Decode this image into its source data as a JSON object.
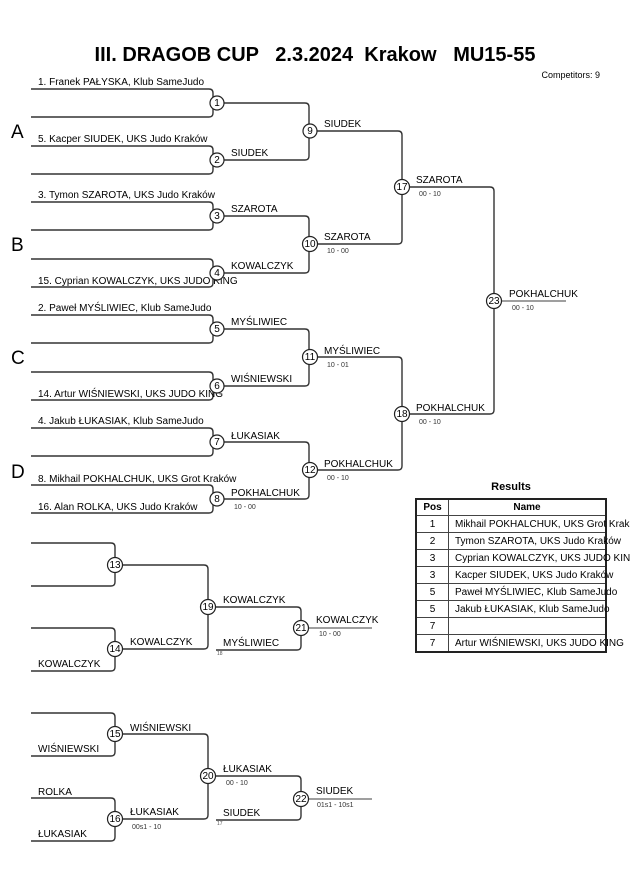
{
  "header": {
    "title": "III. DRAGOB CUP   2.3.2024  Krakow   MU15-55",
    "competitors": "Competitors: 9"
  },
  "pools": [
    "A",
    "B",
    "C",
    "D"
  ],
  "entries": [
    "1. Franek PAŁYSKA, Klub SameJudo",
    "",
    "5. Kacper SIUDEK, UKS Judo Kraków",
    "",
    "3. Tymon SZAROTA, UKS Judo Kraków",
    "",
    "",
    "15. Cyprian KOWALCZYK, UKS JUDO KING",
    "2. Paweł MYŚLIWIEC, Klub SameJudo",
    "",
    "",
    "14. Artur WIŚNIEWSKI, UKS JUDO KING",
    "4. Jakub ŁUKASIAK, Klub SameJudo",
    "",
    "8. Mikhail POKHALCHUK, UKS Grot Kraków",
    "16. Alan ROLKA, UKS Judo Kraków"
  ],
  "matches": {
    "m1": {
      "num": "1"
    },
    "m2": {
      "num": "2"
    },
    "m3": {
      "num": "3"
    },
    "m4": {
      "num": "4"
    },
    "m5": {
      "num": "5"
    },
    "m6": {
      "num": "6"
    },
    "m7": {
      "num": "7"
    },
    "m8": {
      "num": "8"
    },
    "m9": {
      "num": "9"
    },
    "m10": {
      "num": "10",
      "score": "10 - 00"
    },
    "m11": {
      "num": "11",
      "score": "10 - 01"
    },
    "m12": {
      "num": "12",
      "score": "00 - 10"
    },
    "m17": {
      "num": "17",
      "score": "00 - 10"
    },
    "m18": {
      "num": "18",
      "score": "00 - 10"
    },
    "m23": {
      "num": "23",
      "score": "00 - 10"
    },
    "m13": {
      "num": "13"
    },
    "m14": {
      "num": "14"
    },
    "m15": {
      "num": "15"
    },
    "m16": {
      "num": "16",
      "score": "00s1 - 10"
    },
    "m19": {
      "num": "19"
    },
    "m20": {
      "num": "20",
      "score": "00 - 10"
    },
    "m21": {
      "num": "21",
      "score": "10 - 00"
    },
    "m22": {
      "num": "22",
      "score": "01s1 - 10s1"
    }
  },
  "winners": {
    "w2": "SIUDEK",
    "w3": "SZAROTA",
    "w4": "KOWALCZYK",
    "w5": "MYŚLIWIEC",
    "w6": "WIŚNIEWSKI",
    "w7": "ŁUKASIAK",
    "w8": "POKHALCHUK",
    "w9": "SIUDEK",
    "w10": "SZAROTA",
    "w11": "MYŚLIWIEC",
    "w12": "POKHALCHUK",
    "w17": "SZAROTA",
    "w18": "POKHALCHUK",
    "w23": "POKHALCHUK"
  },
  "repechage": {
    "r14_bottom": "KOWALCZYK",
    "r15_bottom": "WIŚNIEWSKI",
    "r16_top": "ROLKA",
    "r16_bottom": "ŁUKASIAK",
    "w14": "KOWALCZYK",
    "w15": "WIŚNIEWSKI",
    "w16": "ŁUKASIAK",
    "w19": "KOWALCZYK",
    "l18": "MYŚLIWIEC",
    "l18_ref": "18",
    "w20": "ŁUKASIAK",
    "l17": "SIUDEK",
    "l17_ref": "17",
    "w21": "KOWALCZYK",
    "w22": "SIUDEK"
  },
  "results": {
    "title": "Results",
    "columns": [
      "Pos",
      "Name"
    ],
    "rows": [
      {
        "pos": "1",
        "name": "Mikhail POKHALCHUK, UKS Grot Kraków"
      },
      {
        "pos": "2",
        "name": "Tymon SZAROTA, UKS Judo Kraków"
      },
      {
        "pos": "3",
        "name": "Cyprian KOWALCZYK, UKS JUDO KING"
      },
      {
        "pos": "3",
        "name": "Kacper SIUDEK, UKS Judo Kraków"
      },
      {
        "pos": "5",
        "name": "Paweł MYŚLIWIEC, Klub SameJudo"
      },
      {
        "pos": "5",
        "name": "Jakub ŁUKASIAK, Klub SameJudo"
      },
      {
        "pos": "7",
        "name": ""
      },
      {
        "pos": "7",
        "name": "Artur WIŚNIEWSKI, UKS JUDO KING"
      }
    ]
  }
}
